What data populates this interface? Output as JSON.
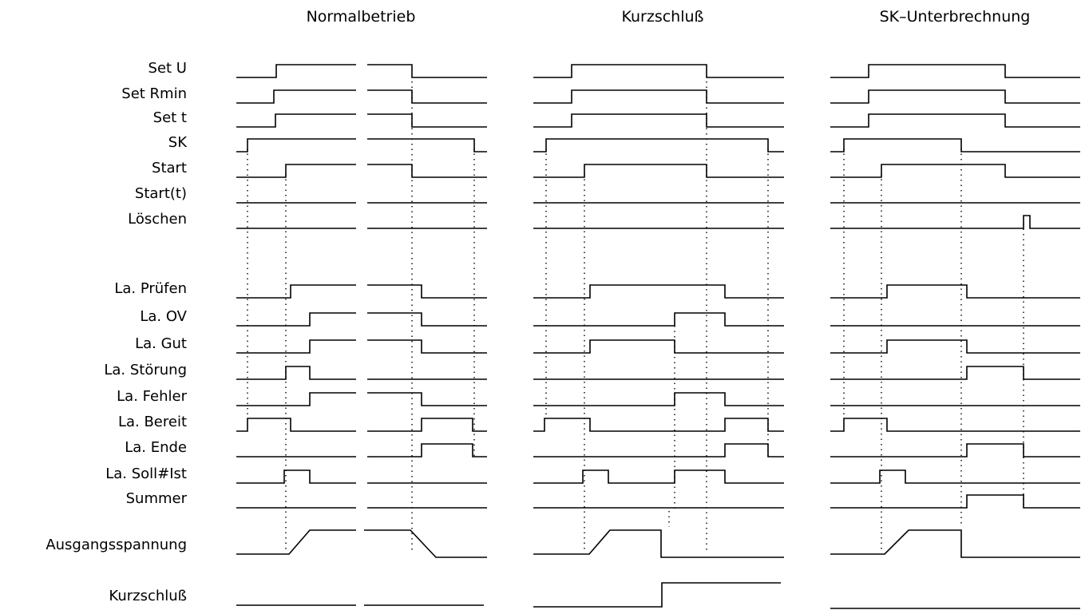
{
  "columns": [
    {
      "title": "Normalbetrieb"
    },
    {
      "title": "Kurzschluß"
    },
    {
      "title": "SK–Unterbrechnung"
    }
  ],
  "signals": [
    {
      "label": "Set U",
      "traces": [
        {
          "segments": [
            [
              296,
              346,
              "L"
            ],
            [
              346,
              446,
              "H"
            ],
            [
              460,
              516,
              "H"
            ],
            [
              516,
              610,
              "L"
            ]
          ]
        },
        {
          "segments": [
            [
              668,
              716,
              "L"
            ],
            [
              716,
              885,
              "H"
            ],
            [
              885,
              982,
              "L"
            ]
          ]
        },
        {
          "segments": [
            [
              1040,
              1088,
              "L"
            ],
            [
              1088,
              1259,
              "H"
            ],
            [
              1259,
              1353,
              "L"
            ]
          ]
        }
      ]
    },
    {
      "label": "Set Rmin",
      "traces": [
        {
          "segments": [
            [
              296,
              343,
              "L"
            ],
            [
              343,
              446,
              "H"
            ],
            [
              460,
              516,
              "H"
            ],
            [
              516,
              610,
              "L"
            ]
          ]
        },
        {
          "segments": [
            [
              668,
              716,
              "L"
            ],
            [
              716,
              885,
              "H"
            ],
            [
              885,
              982,
              "L"
            ]
          ]
        },
        {
          "segments": [
            [
              1040,
              1088,
              "L"
            ],
            [
              1088,
              1259,
              "H"
            ],
            [
              1259,
              1353,
              "L"
            ]
          ]
        }
      ]
    },
    {
      "label": "Set t",
      "traces": [
        {
          "segments": [
            [
              296,
              345,
              "L"
            ],
            [
              345,
              446,
              "H"
            ],
            [
              460,
              516,
              "H"
            ],
            [
              516,
              610,
              "L"
            ]
          ]
        },
        {
          "segments": [
            [
              668,
              716,
              "L"
            ],
            [
              716,
              885,
              "H"
            ],
            [
              885,
              982,
              "L"
            ]
          ]
        },
        {
          "segments": [
            [
              1040,
              1088,
              "L"
            ],
            [
              1088,
              1259,
              "H"
            ],
            [
              1259,
              1353,
              "L"
            ]
          ]
        }
      ]
    },
    {
      "label": "SK",
      "traces": [
        {
          "segments": [
            [
              296,
              310,
              "L"
            ],
            [
              310,
              446,
              "H"
            ],
            [
              460,
              594,
              "H"
            ],
            [
              594,
              610,
              "L"
            ]
          ]
        },
        {
          "segments": [
            [
              668,
              684,
              "L"
            ],
            [
              684,
              962,
              "H"
            ],
            [
              962,
              982,
              "L"
            ]
          ]
        },
        {
          "segments": [
            [
              1040,
              1057,
              "L"
            ],
            [
              1057,
              1204,
              "H"
            ],
            [
              1204,
              1353,
              "L"
            ]
          ]
        }
      ]
    },
    {
      "label": "Start",
      "traces": [
        {
          "segments": [
            [
              296,
              358,
              "L"
            ],
            [
              358,
              446,
              "H"
            ],
            [
              460,
              516,
              "H"
            ],
            [
              516,
              610,
              "L"
            ]
          ]
        },
        {
          "segments": [
            [
              668,
              732,
              "L"
            ],
            [
              732,
              885,
              "H"
            ],
            [
              885,
              982,
              "L"
            ]
          ]
        },
        {
          "segments": [
            [
              1040,
              1104,
              "L"
            ],
            [
              1104,
              1259,
              "H"
            ],
            [
              1259,
              1353,
              "L"
            ]
          ]
        }
      ]
    },
    {
      "label": "Start(t)",
      "traces": [
        {
          "segments": [
            [
              296,
              446,
              "L"
            ],
            [
              460,
              610,
              "L"
            ]
          ]
        },
        {
          "segments": [
            [
              668,
              982,
              "L"
            ]
          ]
        },
        {
          "segments": [
            [
              1040,
              1353,
              "L"
            ]
          ]
        }
      ]
    },
    {
      "label": "Löschen",
      "traces": [
        {
          "segments": [
            [
              296,
              446,
              "L"
            ],
            [
              460,
              610,
              "L"
            ]
          ]
        },
        {
          "segments": [
            [
              668,
              982,
              "L"
            ]
          ]
        },
        {
          "segments": [
            [
              1040,
              1282,
              "L"
            ],
            [
              1282,
              1290,
              "H"
            ],
            [
              1290,
              1353,
              "L"
            ]
          ]
        }
      ]
    },
    {
      "label": "La. Prüfen",
      "traces": [
        {
          "segments": [
            [
              296,
              364,
              "L"
            ],
            [
              364,
              446,
              "H"
            ],
            [
              460,
              528,
              "H"
            ],
            [
              528,
              610,
              "L"
            ]
          ]
        },
        {
          "segments": [
            [
              668,
              739,
              "L"
            ],
            [
              739,
              908,
              "H"
            ],
            [
              908,
              982,
              "L"
            ]
          ]
        },
        {
          "segments": [
            [
              1040,
              1111,
              "L"
            ],
            [
              1111,
              1211,
              "H"
            ],
            [
              1211,
              1353,
              "L"
            ]
          ]
        }
      ]
    },
    {
      "label": "La. OV",
      "traces": [
        {
          "segments": [
            [
              296,
              388,
              "L"
            ],
            [
              388,
              446,
              "H"
            ],
            [
              460,
              528,
              "H"
            ],
            [
              528,
              610,
              "L"
            ]
          ]
        },
        {
          "segments": [
            [
              668,
              845,
              "L"
            ],
            [
              845,
              908,
              "H"
            ],
            [
              908,
              982,
              "L"
            ]
          ]
        },
        {
          "segments": [
            [
              1040,
              1353,
              "L"
            ]
          ]
        }
      ]
    },
    {
      "label": "La. Gut",
      "traces": [
        {
          "segments": [
            [
              296,
              388,
              "L"
            ],
            [
              388,
              446,
              "H"
            ],
            [
              460,
              528,
              "H"
            ],
            [
              528,
              610,
              "L"
            ]
          ]
        },
        {
          "segments": [
            [
              668,
              739,
              "L"
            ],
            [
              739,
              845,
              "H"
            ],
            [
              845,
              982,
              "L"
            ]
          ]
        },
        {
          "segments": [
            [
              1040,
              1111,
              "L"
            ],
            [
              1111,
              1211,
              "H"
            ],
            [
              1211,
              1353,
              "L"
            ]
          ]
        }
      ]
    },
    {
      "label": "La. Störung",
      "traces": [
        {
          "segments": [
            [
              296,
              358,
              "L"
            ],
            [
              358,
              388,
              "H"
            ],
            [
              388,
              446,
              "L"
            ],
            [
              460,
              528,
              "L"
            ],
            [
              528,
              610,
              "L"
            ]
          ]
        },
        {
          "segments": [
            [
              668,
              982,
              "L"
            ]
          ]
        },
        {
          "segments": [
            [
              1040,
              1211,
              "L"
            ],
            [
              1211,
              1282,
              "H"
            ],
            [
              1282,
              1353,
              "L"
            ]
          ]
        }
      ]
    },
    {
      "label": "La. Fehler",
      "traces": [
        {
          "segments": [
            [
              296,
              388,
              "L"
            ],
            [
              388,
              446,
              "H"
            ],
            [
              460,
              528,
              "H"
            ],
            [
              528,
              610,
              "L"
            ]
          ]
        },
        {
          "segments": [
            [
              668,
              845,
              "L"
            ],
            [
              845,
              908,
              "H"
            ],
            [
              908,
              982,
              "L"
            ]
          ]
        },
        {
          "segments": [
            [
              1040,
              1353,
              "L"
            ]
          ]
        }
      ]
    },
    {
      "label": "La. Bereit",
      "traces": [
        {
          "segments": [
            [
              296,
              310,
              "L"
            ],
            [
              310,
              364,
              "H"
            ],
            [
              364,
              446,
              "L"
            ],
            [
              460,
              528,
              "L"
            ],
            [
              528,
              592,
              "H"
            ],
            [
              592,
              610,
              "L"
            ]
          ]
        },
        {
          "segments": [
            [
              668,
              682,
              "L"
            ],
            [
              682,
              739,
              "H"
            ],
            [
              739,
              908,
              "L"
            ],
            [
              908,
              962,
              "H"
            ],
            [
              962,
              982,
              "L"
            ]
          ]
        },
        {
          "segments": [
            [
              1040,
              1057,
              "L"
            ],
            [
              1057,
              1111,
              "H"
            ],
            [
              1111,
              1353,
              "L"
            ]
          ]
        }
      ]
    },
    {
      "label": "La. Ende",
      "traces": [
        {
          "segments": [
            [
              296,
              446,
              "L"
            ],
            [
              460,
              528,
              "L"
            ],
            [
              528,
              592,
              "H"
            ],
            [
              592,
              610,
              "L"
            ]
          ]
        },
        {
          "segments": [
            [
              668,
              908,
              "L"
            ],
            [
              908,
              962,
              "H"
            ],
            [
              962,
              982,
              "L"
            ]
          ]
        },
        {
          "segments": [
            [
              1040,
              1211,
              "L"
            ],
            [
              1211,
              1282,
              "H"
            ],
            [
              1282,
              1353,
              "L"
            ]
          ]
        }
      ]
    },
    {
      "label": "La. Soll#Ist",
      "traces": [
        {
          "segments": [
            [
              296,
              356,
              "L"
            ],
            [
              356,
              388,
              "H"
            ],
            [
              388,
              446,
              "L"
            ],
            [
              460,
              610,
              "L"
            ]
          ]
        },
        {
          "segments": [
            [
              668,
              730,
              "L"
            ],
            [
              730,
              762,
              "H"
            ],
            [
              762,
              845,
              "L"
            ],
            [
              845,
              908,
              "H"
            ],
            [
              908,
              982,
              "L"
            ]
          ]
        },
        {
          "segments": [
            [
              1040,
              1102,
              "L"
            ],
            [
              1102,
              1134,
              "H"
            ],
            [
              1134,
              1353,
              "L"
            ]
          ]
        }
      ]
    },
    {
      "label": "Summer",
      "traces": [
        {
          "segments": [
            [
              296,
              446,
              "L"
            ],
            [
              460,
              610,
              "L"
            ]
          ]
        },
        {
          "segments": [
            [
              668,
              982,
              "L"
            ]
          ]
        },
        {
          "segments": [
            [
              1040,
              1211,
              "L"
            ],
            [
              1211,
              1282,
              "H"
            ],
            [
              1282,
              1353,
              "L"
            ]
          ]
        }
      ]
    },
    {
      "label": "Ausgangsspannung",
      "traces": [
        {
          "points": [
            [
              296,
              694
            ],
            [
              362,
              694
            ],
            [
              388,
              664
            ],
            [
              446,
              664
            ]
          ]
        },
        {
          "points": [
            [
              456,
              664
            ],
            [
              514,
              664
            ],
            [
              546,
              698
            ],
            [
              610,
              698
            ]
          ]
        },
        {
          "points": [
            [
              668,
              694
            ],
            [
              738,
              694
            ],
            [
              764,
              664
            ],
            [
              828,
              664
            ],
            [
              828,
              698
            ],
            [
              982,
              698
            ]
          ]
        },
        {
          "points": [
            [
              1040,
              694
            ],
            [
              1108,
              694
            ],
            [
              1138,
              664
            ],
            [
              1204,
              664
            ],
            [
              1204,
              698
            ],
            [
              1353,
              698
            ]
          ]
        }
      ]
    },
    {
      "label": "Kurzschluß",
      "traces": [
        {
          "points": [
            [
              296,
              758
            ],
            [
              446,
              758
            ]
          ]
        },
        {
          "points": [
            [
              456,
              758
            ],
            [
              606,
              758
            ]
          ]
        },
        {
          "points": [
            [
              668,
              760
            ],
            [
              829,
              760
            ],
            [
              829,
              730
            ],
            [
              978,
              730
            ]
          ]
        },
        {
          "points": [
            [
              1040,
              762
            ],
            [
              1353,
              762
            ]
          ]
        }
      ]
    }
  ]
}
